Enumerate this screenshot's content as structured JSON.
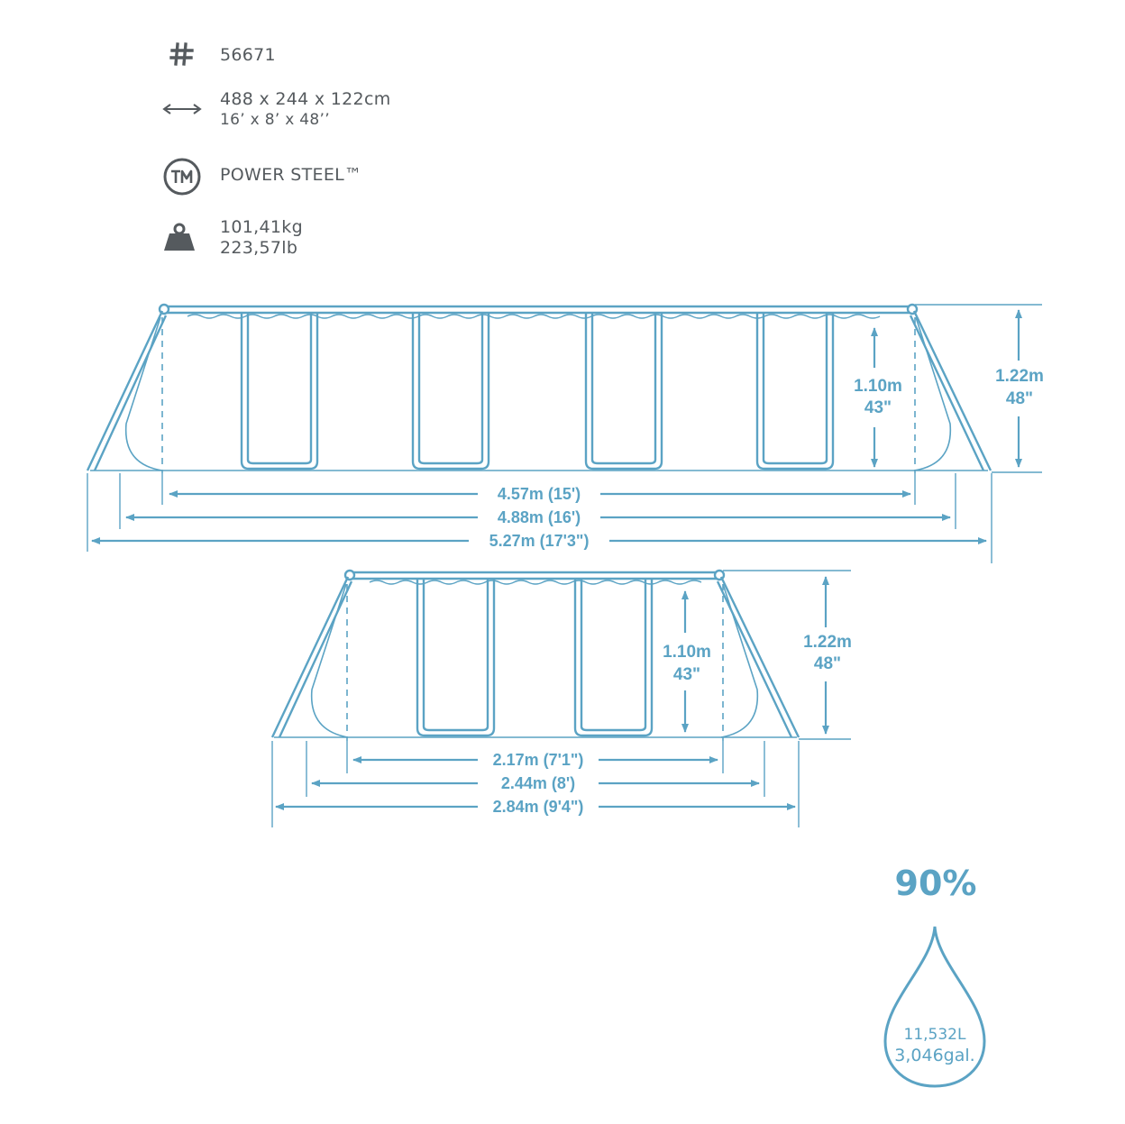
{
  "specs": {
    "model": "56671",
    "dimensions_metric": "488 x 244 x 122cm",
    "dimensions_imperial": "16’ x 8’ x 48’’",
    "frame": "POWER STEEL™",
    "weight_kg": "101,41kg",
    "weight_lb": "223,57lb"
  },
  "icons": {
    "model": "hash-icon",
    "dimensions": "double-arrow-icon",
    "frame": "trademark-icon",
    "weight": "weight-icon"
  },
  "long_view": {
    "inner_height": "1.10m",
    "inner_height_in": "43\"",
    "total_height": "1.22m",
    "total_height_in": "48\"",
    "inner_length": "4.57m (15')",
    "frame_length": "4.88m (16')",
    "total_length": "5.27m (17'3\")"
  },
  "short_view": {
    "inner_height": "1.10m",
    "inner_height_in": "43\"",
    "total_height": "1.22m",
    "total_height_in": "48\"",
    "inner_width": "2.17m (7'1\")",
    "frame_width": "2.44m (8')",
    "total_width": "2.84m (9'4\")"
  },
  "water": {
    "fill_percent": "90%",
    "capacity_l": "11,532L",
    "capacity_gal": "3,046gal."
  },
  "colors": {
    "line": "#5ba3c4",
    "text": "#555a5e"
  }
}
